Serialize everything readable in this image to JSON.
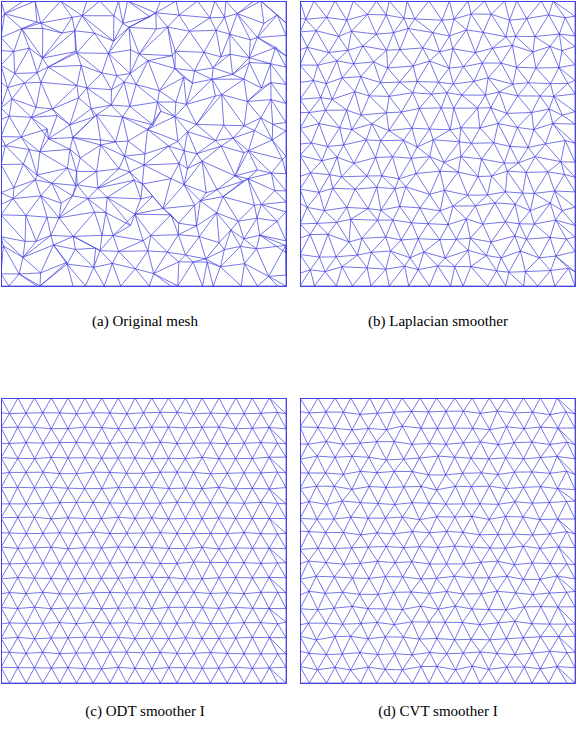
{
  "diagram": {
    "labels": [
      "(a) Original mesh",
      "(b) Laplacian smoother",
      "(c) ODT smoother I",
      "(d) CVT smoother I"
    ]
  }
}
